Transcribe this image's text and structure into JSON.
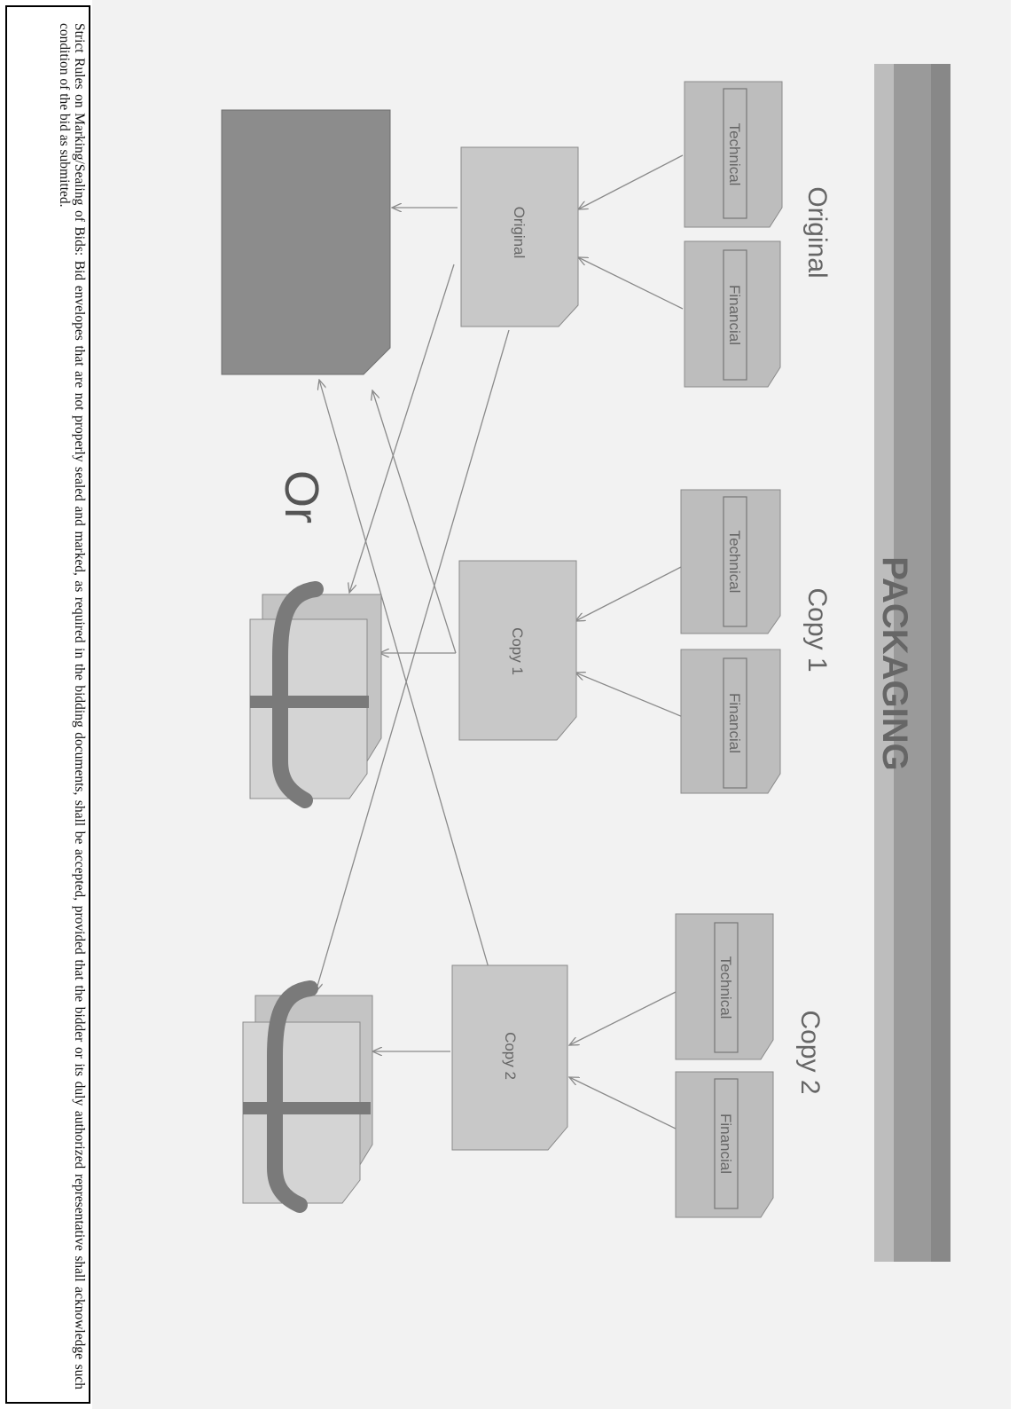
{
  "title": "PACKAGING",
  "or_label": "Or",
  "groups": [
    {
      "heading": "Original",
      "center": "Original",
      "envelopes": [
        "Technical",
        "Financial"
      ]
    },
    {
      "heading": "Copy 1",
      "center": "Copy 1",
      "envelopes": [
        "Technical",
        "Financial"
      ]
    },
    {
      "heading": "Copy 2",
      "center": "Copy 2",
      "envelopes": [
        "Technical",
        "Financial"
      ]
    }
  ],
  "note": "Strict Rules on Marking/Sealing of Bids: Bid envelopes that are not properly sealed and marked, as required in the bidding documents, shall be accepted, provided that the bidder or its duly authorized representative shall acknowledge such condition of the bid as submitted.",
  "colors": {
    "small_envelope": "#bdbdbd",
    "center_envelope": "#c8c8c8",
    "outer_envelope": "#8c8c8c",
    "bundle": "#d0d0d0",
    "strap": "#7a7a7a",
    "arrow": "#8a8a8a",
    "title_bar": "#9a9a9a"
  }
}
